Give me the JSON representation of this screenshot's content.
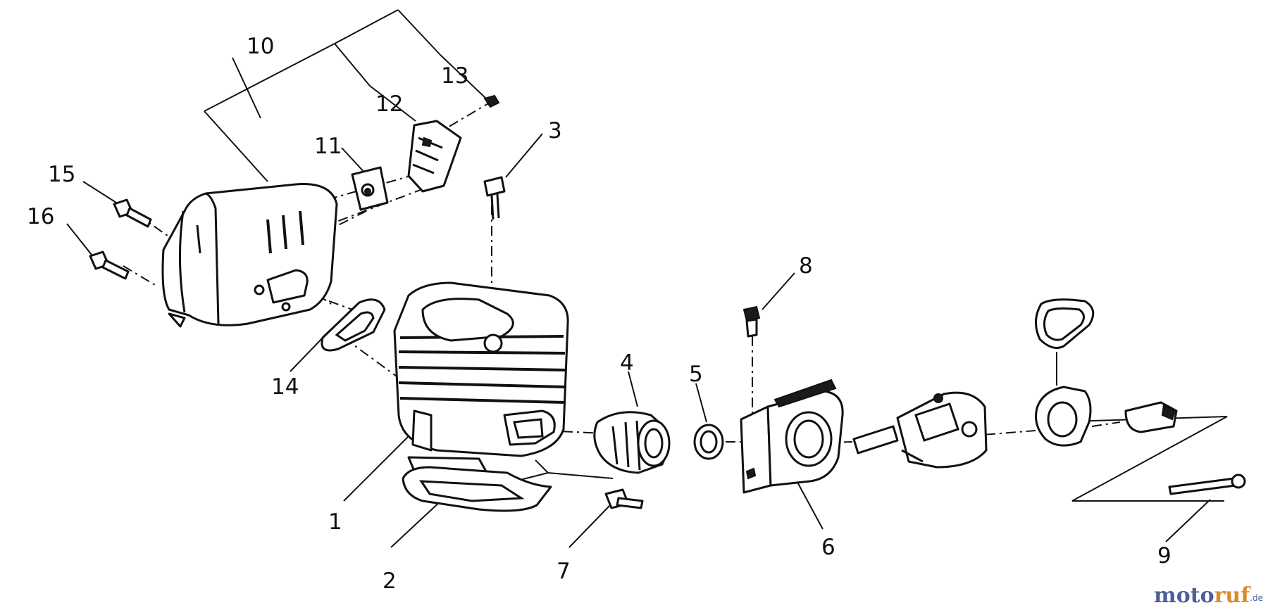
{
  "callouts": [
    {
      "id": "1",
      "label": "1"
    },
    {
      "id": "2",
      "label": "2"
    },
    {
      "id": "3",
      "label": "3"
    },
    {
      "id": "4",
      "label": "4"
    },
    {
      "id": "5",
      "label": "5"
    },
    {
      "id": "6",
      "label": "6"
    },
    {
      "id": "7",
      "label": "7"
    },
    {
      "id": "8",
      "label": "8"
    },
    {
      "id": "9",
      "label": "9"
    },
    {
      "id": "10",
      "label": "10"
    },
    {
      "id": "11",
      "label": "11"
    },
    {
      "id": "12",
      "label": "12"
    },
    {
      "id": "13",
      "label": "13"
    },
    {
      "id": "14",
      "label": "14"
    },
    {
      "id": "15",
      "label": "15"
    },
    {
      "id": "16",
      "label": "16"
    }
  ],
  "watermark": {
    "part1": "moto",
    "part2": "ruf",
    "suffix": ".de"
  },
  "colors": {
    "line": "#111111",
    "watermark_blue": "#4a5e9c",
    "watermark_orange": "#d98a2b"
  }
}
